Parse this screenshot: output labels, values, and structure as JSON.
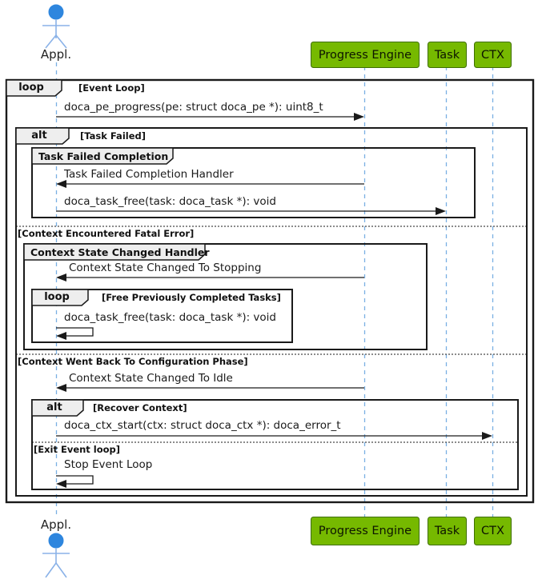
{
  "diagram": {
    "actor": {
      "name": "Appl."
    },
    "participants": [
      {
        "name": "Progress Engine"
      },
      {
        "name": "Task"
      },
      {
        "name": "CTX"
      }
    ],
    "frames": {
      "event_loop": {
        "keyword": "loop",
        "condition": "[Event Loop]"
      },
      "task_failed": {
        "keyword": "alt",
        "condition": "[Task Failed]"
      },
      "task_failed_completion": {
        "title": "Task Failed Completion"
      },
      "fatal_error_divider": "[Context Encountered Fatal Error]",
      "ctx_state_changed": {
        "title": "Context State Changed Handler"
      },
      "free_tasks_loop": {
        "keyword": "loop",
        "condition": "[Free Previously Completed Tasks]"
      },
      "config_phase_divider": "[Context Went Back To Configuration Phase]",
      "recover_ctx": {
        "keyword": "alt",
        "condition": "[Recover Context]"
      },
      "exit_loop_divider": "[Exit Event loop]"
    },
    "messages": {
      "pe_progress": "doca_pe_progress(pe: struct doca_pe *): uint8_t",
      "task_failed_handler": "Task Failed Completion Handler",
      "task_free_1": "doca_task_free(task: doca_task *): void",
      "state_stopping": "Context State Changed To Stopping",
      "task_free_2": "doca_task_free(task: doca_task *): void",
      "state_idle": "Context State Changed To Idle",
      "ctx_start": "doca_ctx_start(ctx: struct doca_ctx *): doca_error_t",
      "stop_event_loop": "Stop Event Loop"
    },
    "colors": {
      "participant_fill": "#76b900",
      "participant_border": "#3e6e00",
      "lifeline": "#7ab0e3",
      "actor_head": "#2e86de",
      "frame_border": "#1a1a1a",
      "tab_fill": "#eeeeee"
    }
  }
}
